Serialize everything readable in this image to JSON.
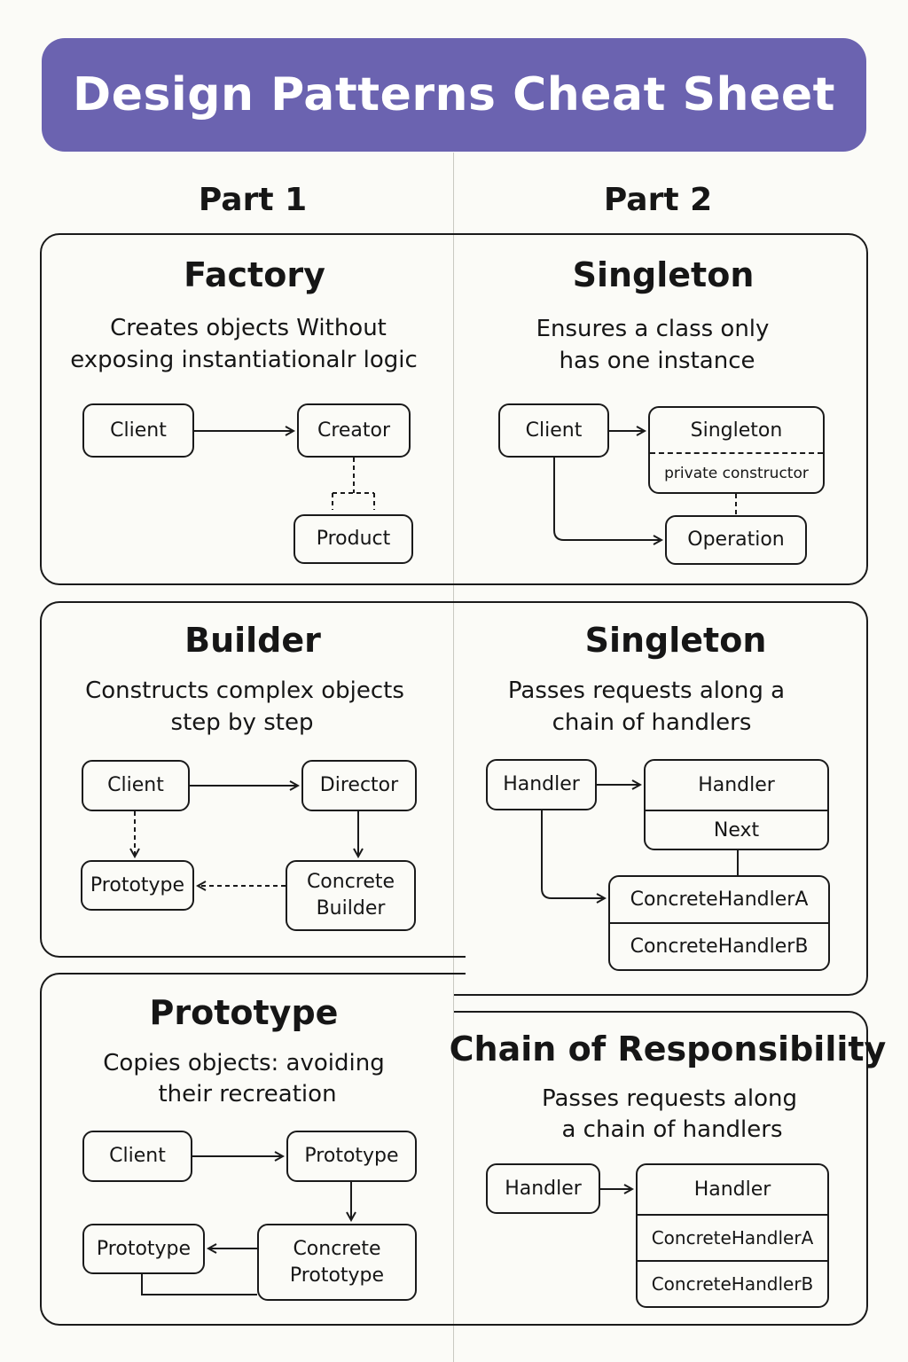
{
  "header": {
    "title": "Design Patterns Cheat Sheet"
  },
  "columns": {
    "left_label": "Part 1",
    "right_label": "Part 2"
  },
  "cards": {
    "factory": {
      "title": "Factory",
      "desc_line1": "Creates objects Without",
      "desc_line2": "exposing instantiationalr logic",
      "nodes": {
        "client": "Client",
        "creator": "Creator",
        "product": "Product"
      }
    },
    "singleton": {
      "title": "Singleton",
      "desc_line1": "Ensures a class only",
      "desc_line2": "has one instance",
      "nodes": {
        "client": "Client",
        "singleton": "Singleton",
        "private_constructor": "private constructor",
        "operation": "Operation"
      }
    },
    "builder": {
      "title": "Builder",
      "desc_line1": "Constructs complex objects",
      "desc_line2": "step by step",
      "nodes": {
        "client": "Client",
        "director": "Director",
        "prototype": "Prototype",
        "concrete_builder_line1": "Concrete",
        "concrete_builder_line2": "Builder"
      }
    },
    "singleton_chain": {
      "title": "Singleton",
      "desc_line1": "Passes requests along a",
      "desc_line2": "chain of handlers",
      "nodes": {
        "handler_left": "Handler",
        "handler": "Handler",
        "next": "Next",
        "concrete_a": "ConcreteHandlerA",
        "concrete_b": "ConcreteHandlerB"
      }
    },
    "prototype": {
      "title": "Prototype",
      "desc_line1": "Copies objects: avoiding",
      "desc_line2": "their recreation",
      "nodes": {
        "client": "Client",
        "prototype_top": "Prototype",
        "prototype_left": "Prototype",
        "concrete_line1": "Concrete",
        "concrete_line2": "Prototype"
      }
    },
    "chain": {
      "title": "Chain of Responsibility",
      "desc_line1": "Passes requests along",
      "desc_line2": "a chain of handlers",
      "nodes": {
        "handler_left": "Handler",
        "handler": "Handler",
        "concrete_a": "ConcreteHandlerA",
        "concrete_b": "ConcreteHandlerB"
      }
    }
  },
  "colors": {
    "banner": "#6b63b0",
    "stroke": "#1a1a1a",
    "background": "#fbfbf7"
  }
}
